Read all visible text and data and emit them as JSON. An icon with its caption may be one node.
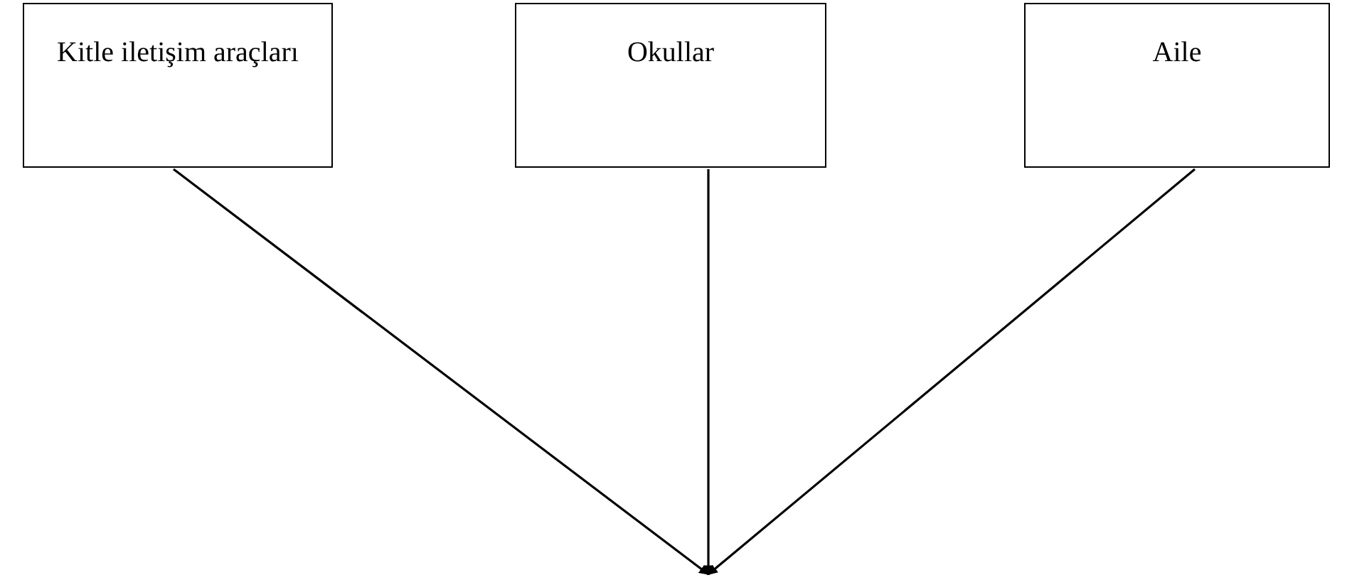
{
  "diagram": {
    "nodes": [
      {
        "text": [
          "Kitle iletişim araçları"
        ]
      },
      {
        "text": [
          "Okullar"
        ]
      },
      {
        "text": [
          "Aile"
        ]
      }
    ],
    "edges": [
      {
        "from": 0,
        "to": null,
        "arrow": "to"
      },
      {
        "from": 1,
        "to": null,
        "arrow": "to"
      },
      {
        "from": 2,
        "to": null,
        "arrow": "to"
      }
    ]
  }
}
